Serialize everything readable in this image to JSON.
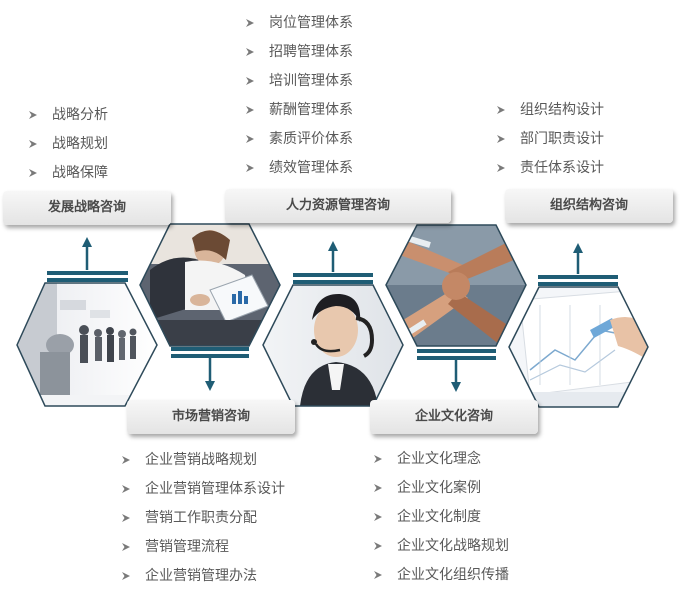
{
  "categories": {
    "strategy": {
      "label": "发展战略咨询",
      "items": [
        "战略分析",
        "战略规划",
        "战略保障"
      ]
    },
    "hr": {
      "label": "人力资源管理咨询",
      "items": [
        "岗位管理体系",
        "招聘管理体系",
        "培训管理体系",
        "薪酬管理体系",
        "素质评价体系",
        "绩效管理体系"
      ]
    },
    "org": {
      "label": "组织结构咨询",
      "items": [
        "组织结构设计",
        "部门职责设计",
        "责任体系设计"
      ]
    },
    "marketing": {
      "label": "市场营销咨询",
      "items": [
        "企业营销战略规划",
        "企业营销管理体系设计",
        "营销工作职责分配",
        "营销管理流程",
        "企业营销管理办法"
      ]
    },
    "culture": {
      "label": "企业文化咨询",
      "items": [
        "企业文化理念",
        "企业文化案例",
        "企业文化制度",
        "企业文化战略规划",
        "企业文化组织传播"
      ]
    }
  },
  "images": [
    "business-people-silhouettes",
    "team-tablet-meeting",
    "customer-service-headset",
    "hands-linked-teamwork",
    "chart-documents-pen"
  ],
  "colors": {
    "accent": "#1f5d75",
    "border": "#2e4a5a",
    "text": "#595959",
    "bullet": "#7a7a7a"
  }
}
